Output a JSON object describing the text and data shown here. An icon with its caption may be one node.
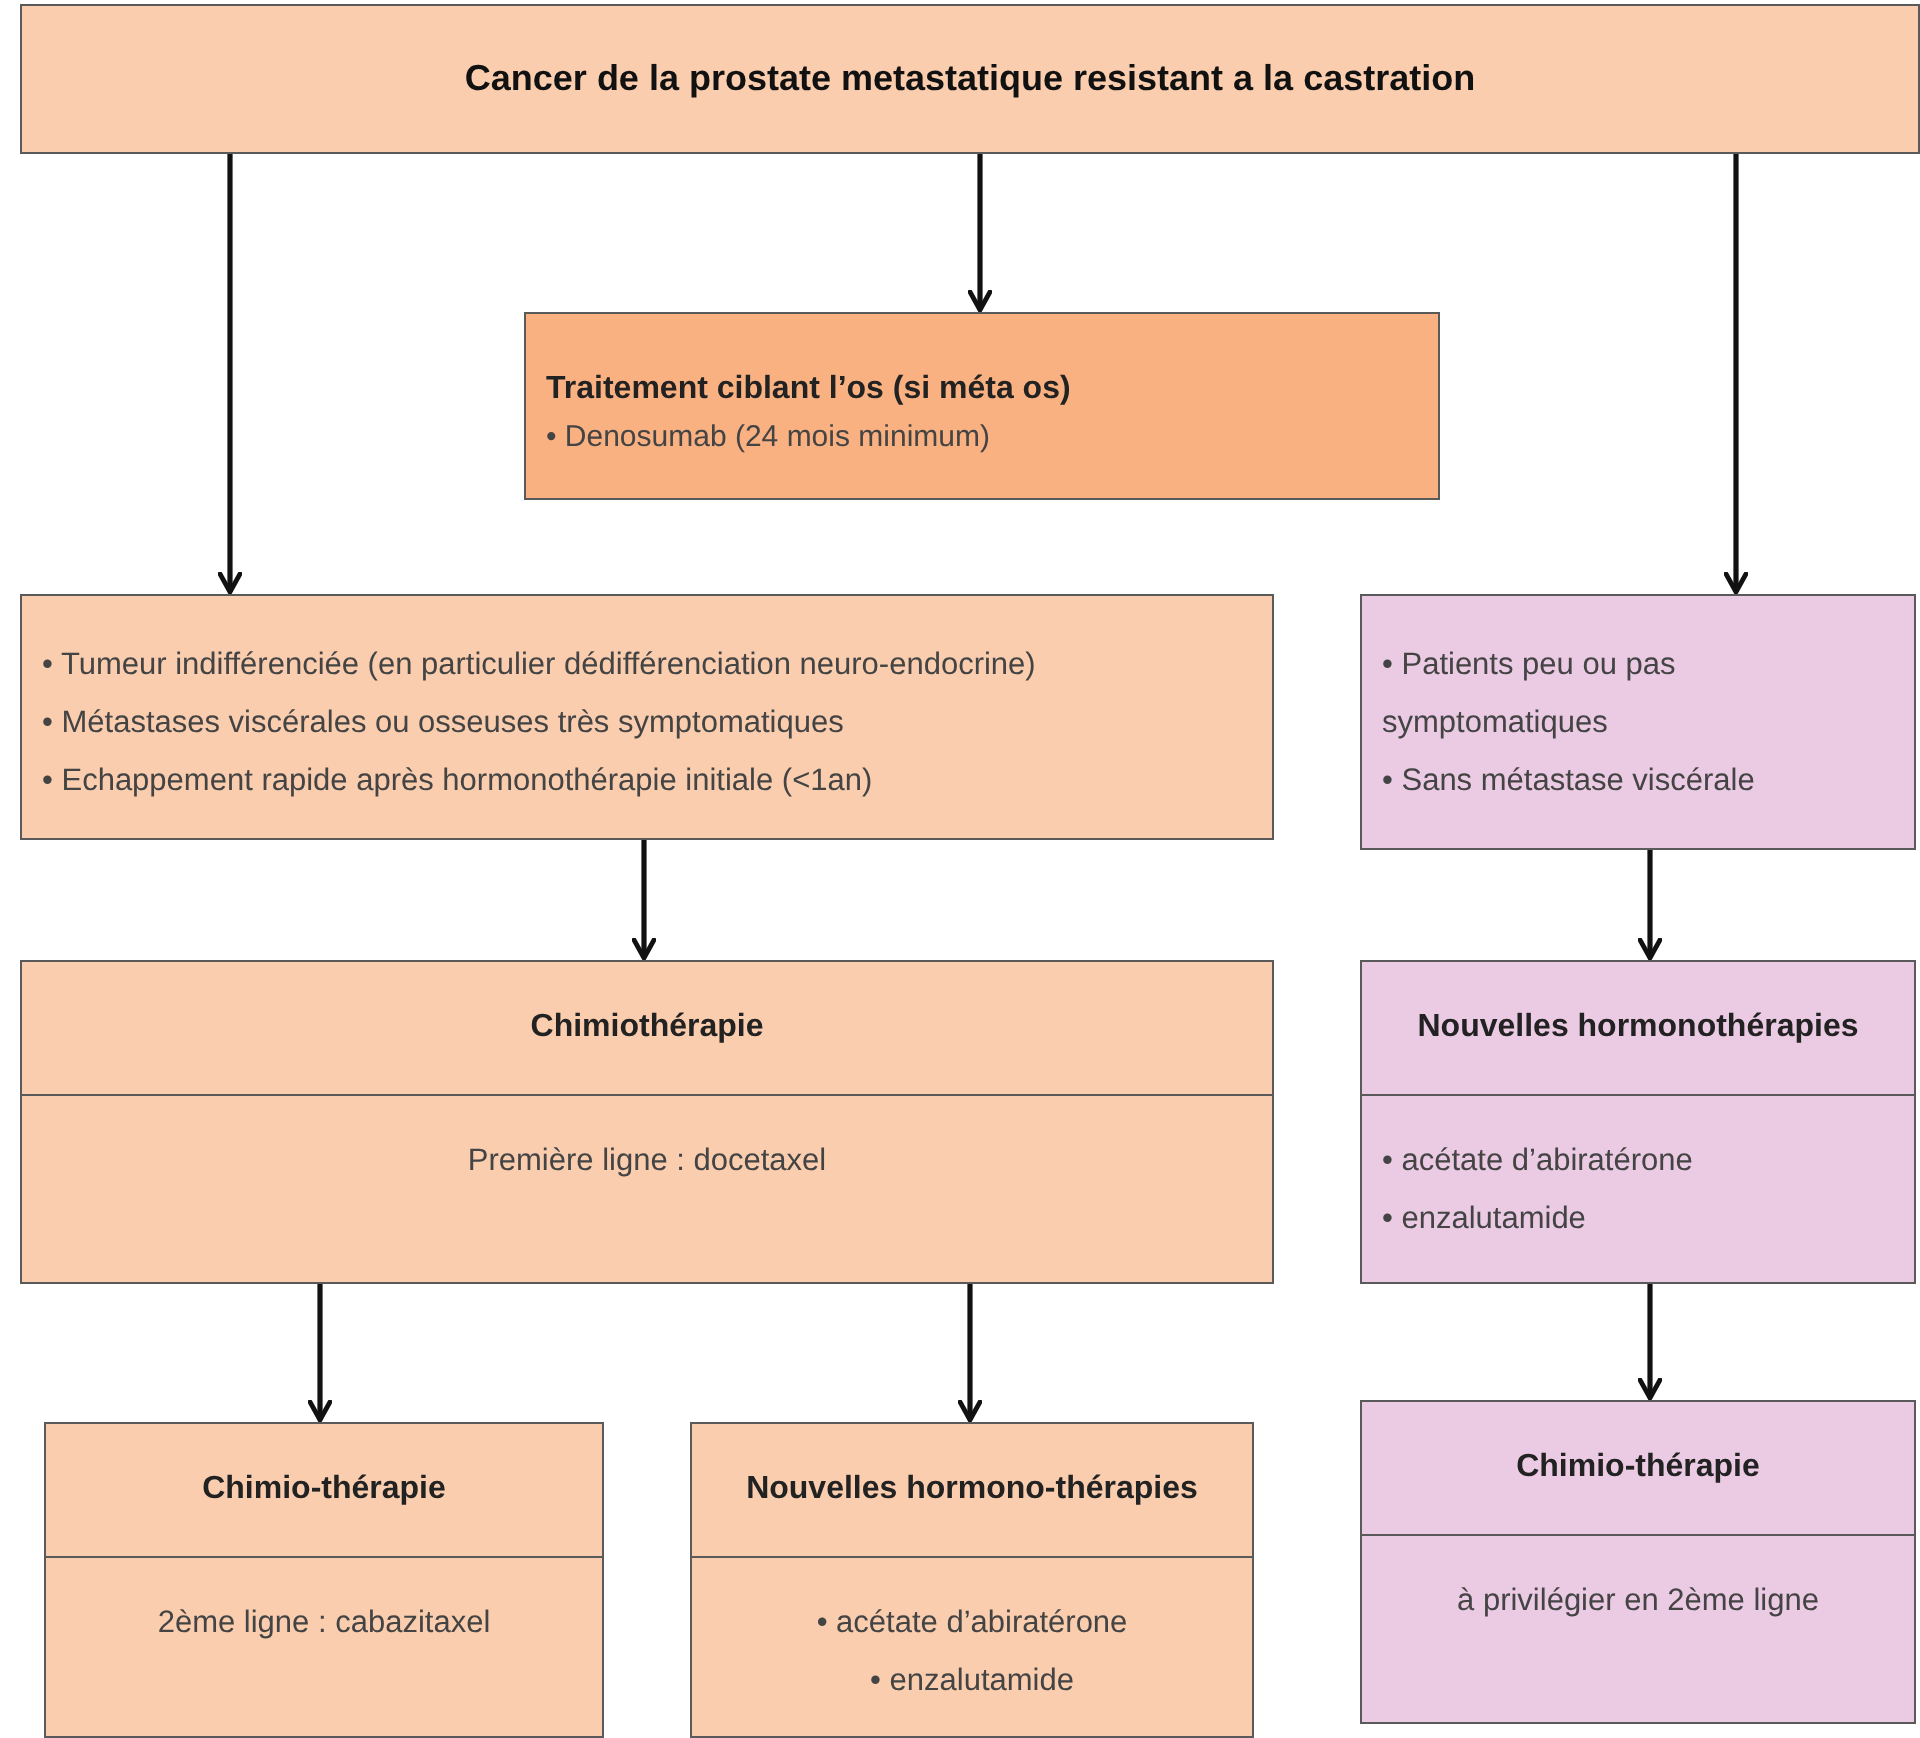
{
  "diagram": {
    "nodes": [
      {
        "text": [
          "Cancer de la prostate metastatique resistant a la castration"
        ]
      },
      {
        "text": [
          "Traitement ciblant l’os (si méta os)",
          "• Denosumab (24 mois minimum)"
        ]
      },
      {
        "text": [
          "• Tumeur indifférenciée (en particulier dédifférenciation neuro-endocrine)",
          "• Métastases viscérales ou osseuses très symptomatiques",
          "• Echappement rapide après hormonothérapie initiale (<1an)"
        ]
      },
      {
        "text": [
          "• Patients peu ou pas symptomatiques",
          "• Sans métastase viscérale"
        ]
      },
      {
        "text": [
          "Chimiothérapie",
          "Première ligne : docetaxel"
        ]
      },
      {
        "text": [
          "Nouvelles hormonothérapies",
          "• acétate d’abiratérone",
          "• enzalutamide"
        ]
      },
      {
        "text": [
          "Chimio-thérapie",
          "2ème ligne : cabazitaxel"
        ]
      },
      {
        "text": [
          "Nouvelles hormono-thérapies",
          "• acétate d’abiratérone",
          "• enzalutamide"
        ]
      },
      {
        "text": [
          "Chimio-thérapie",
          "à privilégier en 2ème ligne"
        ]
      }
    ],
    "edges": [
      {
        "from": 0,
        "to": 2,
        "arrow": "to"
      },
      {
        "from": 0,
        "to": 1,
        "arrow": "to"
      },
      {
        "from": 0,
        "to": 3,
        "arrow": "to"
      },
      {
        "from": 2,
        "to": 4,
        "arrow": "to"
      },
      {
        "from": 3,
        "to": 5,
        "arrow": "to"
      },
      {
        "from": 4,
        "to": 6,
        "arrow": "to"
      },
      {
        "from": 4,
        "to": 7,
        "arrow": "to"
      },
      {
        "from": 5,
        "to": 8,
        "arrow": "to"
      }
    ]
  }
}
